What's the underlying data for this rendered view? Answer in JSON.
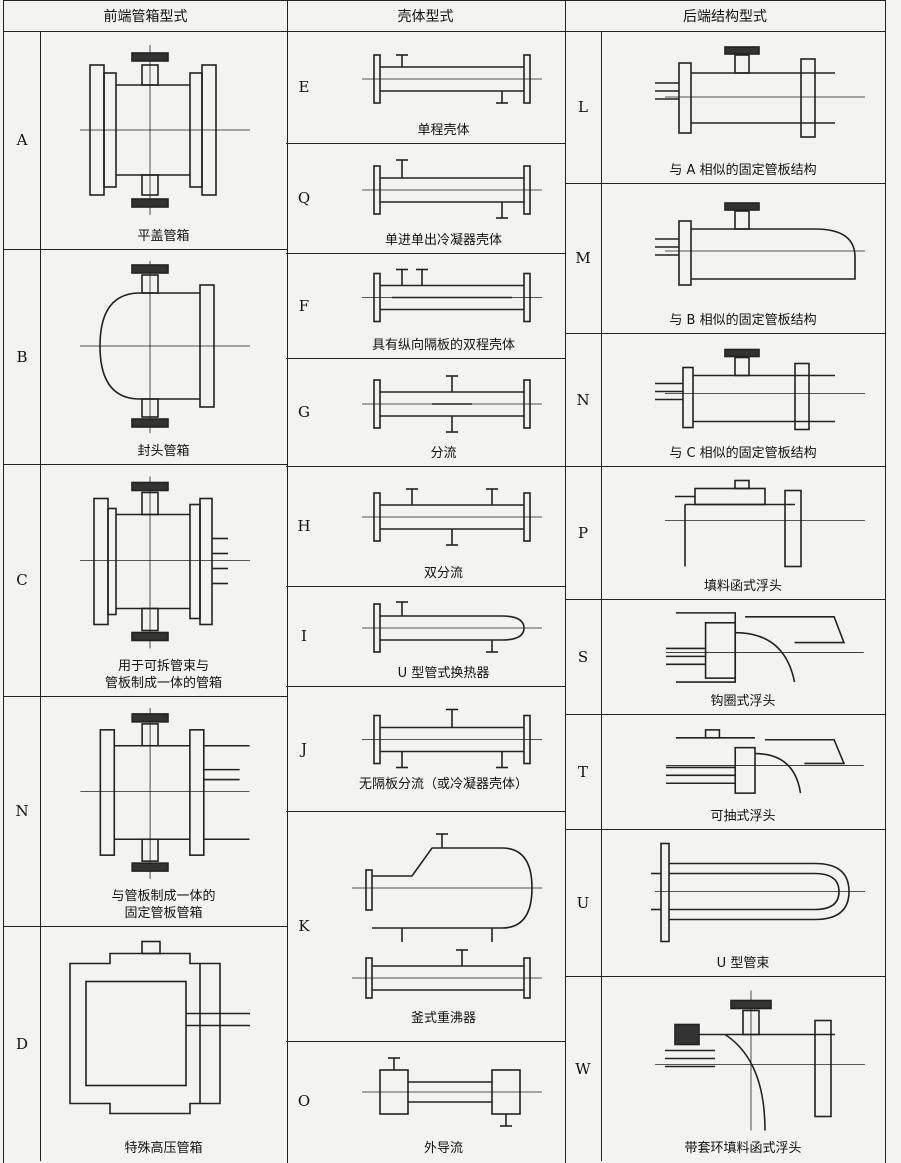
{
  "headers": {
    "front": "前端管箱型式",
    "shell": "壳体型式",
    "rear": "后端结构型式"
  },
  "front": [
    {
      "code": "A",
      "label": "平盖管箱"
    },
    {
      "code": "B",
      "label": "封头管箱"
    },
    {
      "code": "C",
      "label": "用于可拆管束与\n管板制成一体的管箱"
    },
    {
      "code": "N",
      "label": "与管板制成一体的\n固定管板管箱"
    },
    {
      "code": "D",
      "label": "特殊高压管箱"
    }
  ],
  "shell": [
    {
      "code": "E",
      "label": "单程壳体"
    },
    {
      "code": "Q",
      "label": "单进单出冷凝器壳体"
    },
    {
      "code": "F",
      "label": "具有纵向隔板的双程壳体"
    },
    {
      "code": "G",
      "label": "分流"
    },
    {
      "code": "H",
      "label": "双分流"
    },
    {
      "code": "I",
      "label": "U 型管式换热器"
    },
    {
      "code": "J",
      "label": "无隔板分流（或冷凝器壳体）"
    },
    {
      "code": "K",
      "label": "釜式重沸器"
    },
    {
      "code": "O",
      "label": "外导流"
    }
  ],
  "rear": [
    {
      "code": "L",
      "label": "与 A 相似的固定管板结构"
    },
    {
      "code": "M",
      "label": "与 B 相似的固定管板结构"
    },
    {
      "code": "N",
      "label": "与 C 相似的固定管板结构"
    },
    {
      "code": "P",
      "label": "填料函式浮头"
    },
    {
      "code": "S",
      "label": "钩圈式浮头"
    },
    {
      "code": "T",
      "label": "可抽式浮头"
    },
    {
      "code": "U",
      "label": "U 型管束"
    },
    {
      "code": "W",
      "label": "带套环填料函式浮头"
    }
  ]
}
